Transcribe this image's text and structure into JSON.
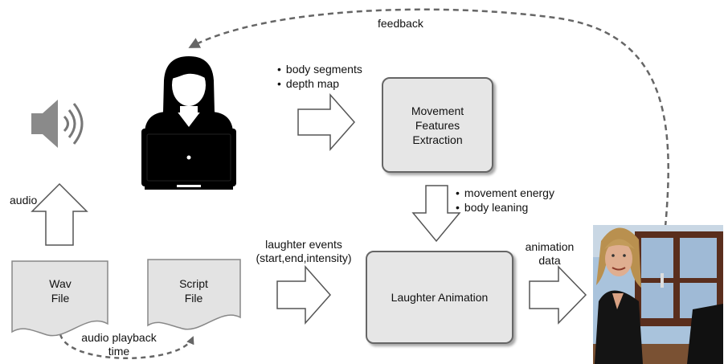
{
  "arrows": {
    "feedback": "feedback",
    "audio": "audio",
    "audio_playback": [
      "audio playback",
      "time"
    ]
  },
  "features_in": [
    "body segments",
    "depth map"
  ],
  "features_out": [
    "movement energy",
    "body leaning"
  ],
  "laughter_events": [
    "laughter events",
    "(start,end,intensity)"
  ],
  "animation_data": [
    "animation",
    "data"
  ],
  "boxes": {
    "movement": [
      "Movement",
      "Features",
      "Extraction"
    ],
    "laughter": "Laughter Animation"
  },
  "docs": {
    "wav": [
      "Wav",
      "File"
    ],
    "script": [
      "Script",
      "File"
    ]
  },
  "icons": {
    "speaker": "speaker-icon",
    "user": "user-at-laptop-icon",
    "avatar": "virtual-agent-avatar"
  }
}
